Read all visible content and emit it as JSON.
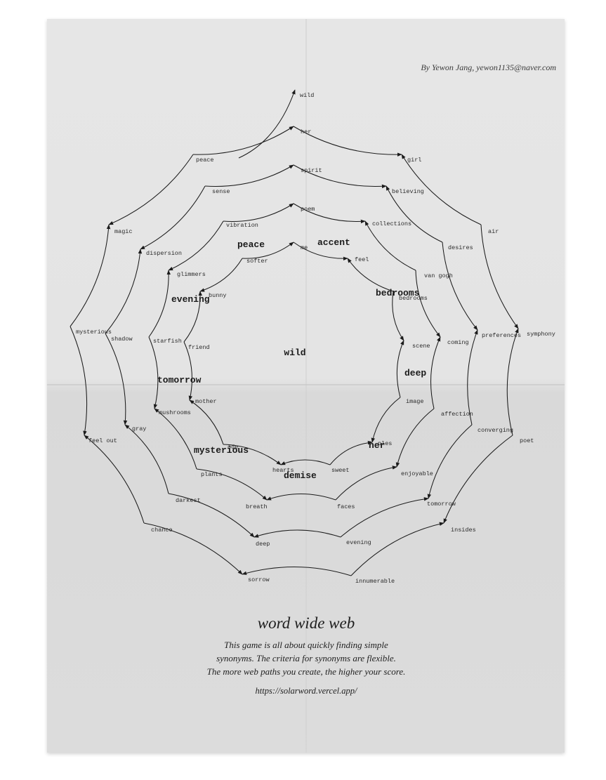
{
  "credit": "By Yewon Jang, yewon1135@naver.com",
  "center_word": "wild",
  "rings": [
    {
      "words": [
        "me",
        "feel",
        "bedrooms",
        "scene",
        "image",
        "ples",
        "sweet",
        "hearts",
        "ode",
        "mother",
        "friend",
        "bunny",
        "softer"
      ]
    },
    {
      "words": [
        "poem",
        "collections",
        "van gogh",
        "coming",
        "affection",
        "enjoyable",
        "faces",
        "breath",
        "plants",
        "mushrooms",
        "starfish",
        "glimmers",
        "vibration"
      ]
    },
    {
      "words": [
        "spirit",
        "believing",
        "desires",
        "preferences",
        "converging",
        "tomorrow",
        "evening",
        "deep",
        "darkest",
        "gray",
        "shadow",
        "dispersion",
        "sense"
      ]
    },
    {
      "words": [
        "her",
        "girl",
        "air",
        "symphony",
        "poet",
        "insides",
        "innumerable",
        "sorrow",
        "chance",
        "feel out",
        "mysterious",
        "magic",
        "peace"
      ]
    }
  ],
  "tip_word": "wild",
  "highlight_words": [
    "peace",
    "accent",
    "evening",
    "bedrooms",
    "deep",
    "tomorrow",
    "mysterious",
    "her",
    "demise"
  ],
  "title": "word wide web",
  "description_lines": [
    "This game is all about quickly finding simple",
    "synonyms. The criteria for synonyms are flexible.",
    "The more web paths you create, the higher your score."
  ],
  "url": "https://solarword.vercel.app/"
}
